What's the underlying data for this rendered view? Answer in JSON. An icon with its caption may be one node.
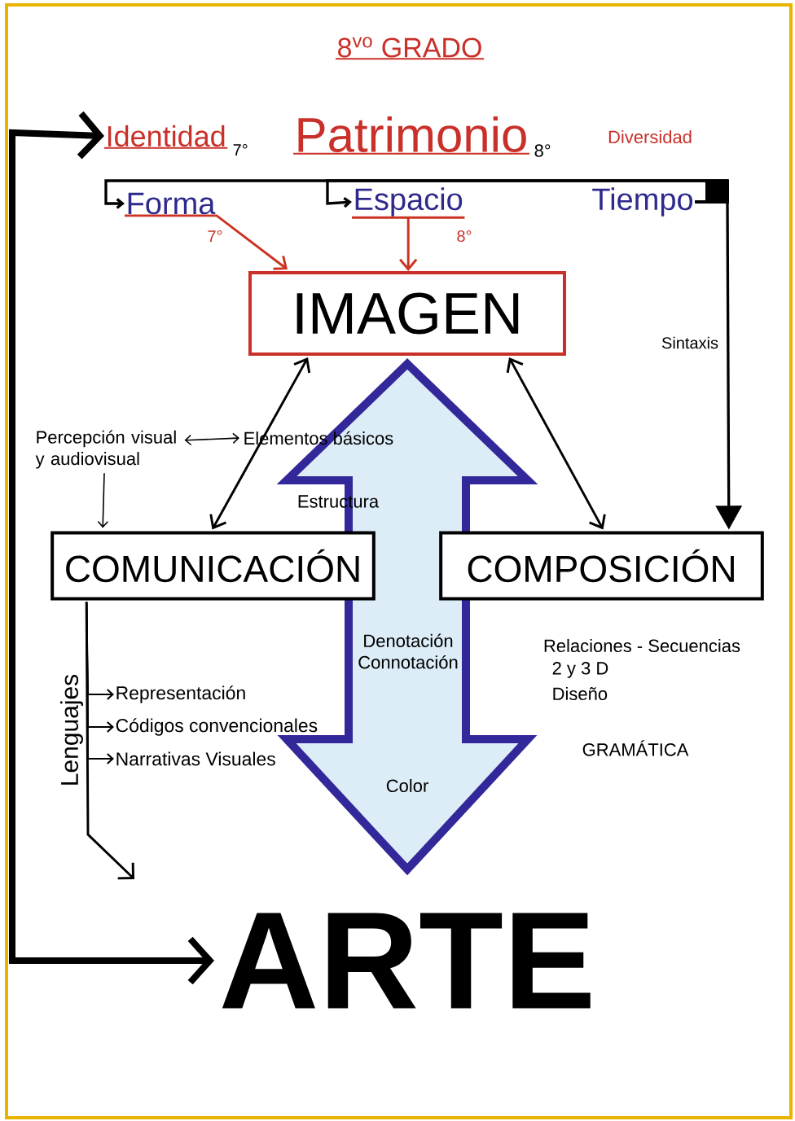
{
  "diagram": {
    "title": "8$^{vo}$ GRADO",
    "nodes": [
      {
        "text": [
          "Identidad"
        ],
        "beside": [
          "7°"
        ]
      },
      {
        "text": [
          "Patrimonio"
        ],
        "beside": [
          "8°"
        ]
      },
      {
        "text": [
          "Diversidad"
        ]
      },
      {
        "text": [
          "Forma"
        ],
        "beside": [
          "7°"
        ]
      },
      {
        "text": [
          "Espacio"
        ],
        "beside": [
          "8°"
        ]
      },
      {
        "text": [
          "Tiempo"
        ]
      },
      {
        "text": [
          "IMAGEN"
        ]
      },
      {
        "text": [
          "Percepción visual y audiovisual"
        ]
      },
      {
        "text": [
          "Elementos básicos"
        ]
      },
      {
        "text": [
          "COMUNICACIÓN"
        ]
      },
      {
        "text": [
          "COMPOSICIÓN"
        ]
      },
      {
        "text": [
          "Representación"
        ]
      },
      {
        "text": [
          "Códigos convencionales"
        ]
      },
      {
        "text": [
          "Narrativas Visuales"
        ]
      },
      {
        "text": [
          "ARTE"
        ]
      }
    ],
    "edges": [
      {
        "from": 0,
        "to": 14,
        "arrow": "both",
        "style": "thick"
      },
      {
        "from": 5,
        "to": 3,
        "arrow": "to"
      },
      {
        "from": 5,
        "to": 4,
        "arrow": "to"
      },
      {
        "from": 5,
        "to": 10,
        "arrow": "to",
        "label": "Sintaxis"
      },
      {
        "from": 3,
        "to": 6,
        "arrow": "to",
        "color": "#cc3322"
      },
      {
        "from": 4,
        "to": 6,
        "arrow": "to",
        "color": "#cc3322"
      },
      {
        "from": 6,
        "to": 9,
        "arrow": "both"
      },
      {
        "from": 6,
        "to": 10,
        "arrow": "both"
      },
      {
        "from": 7,
        "to": 8,
        "arrow": "both"
      },
      {
        "from": 7,
        "to": 9,
        "arrow": "to"
      },
      {
        "from": 9,
        "to": 11,
        "arrow": "to"
      },
      {
        "from": 9,
        "to": 12,
        "arrow": "to"
      },
      {
        "from": 9,
        "to": 13,
        "arrow": "to"
      },
      {
        "from": 9,
        "to": null,
        "arrow": "to"
      }
    ],
    "labels": [
      "Estructura",
      "Denotación Connotación",
      "Color",
      "Lenguajes",
      "Relaciones - Secuencias",
      "2 y 3 D",
      "Diseño",
      "GRAMÁTICA"
    ]
  }
}
